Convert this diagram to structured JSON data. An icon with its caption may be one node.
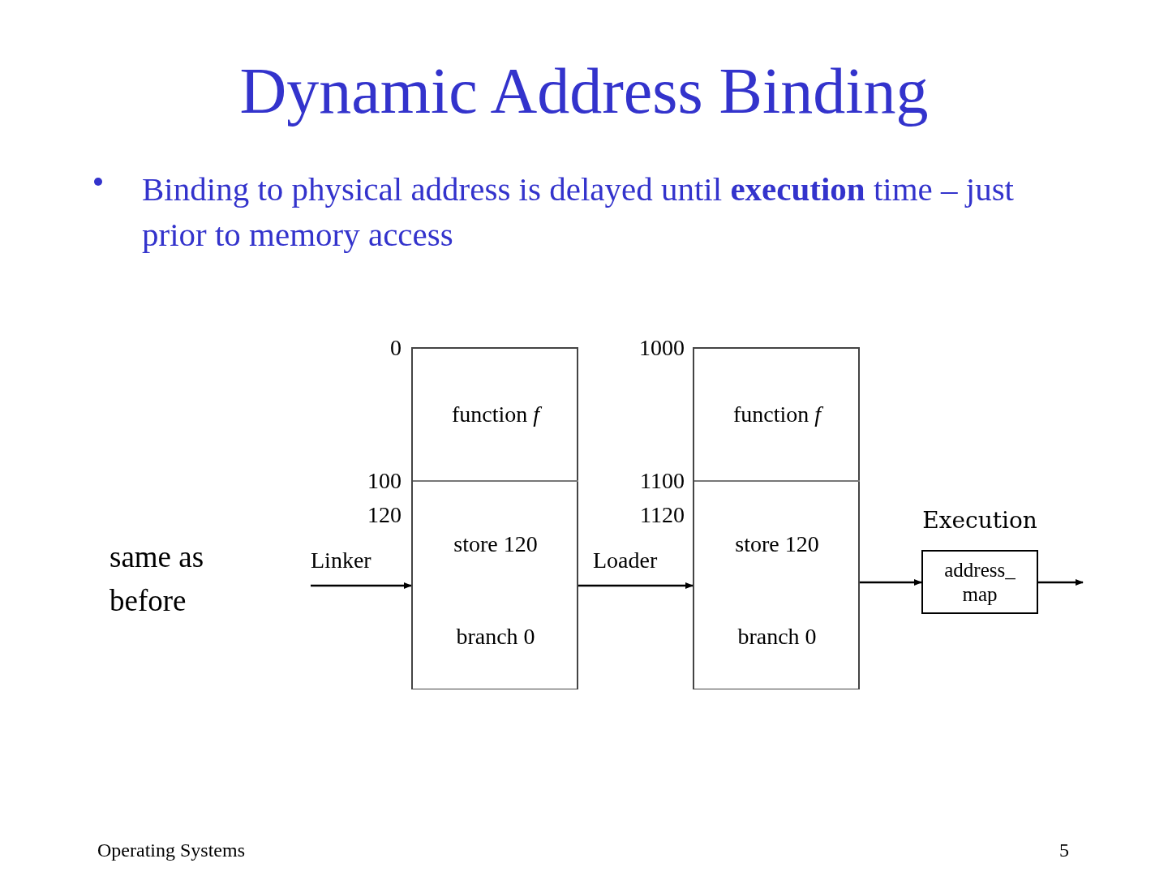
{
  "diagram": {
    "title": "Dynamic Address Binding",
    "nodes": [
      {
        "text": [],
        "shape": "box"
      },
      {
        "text": [
          "function *f*"
        ],
        "in": 0
      },
      {
        "text": [
          "store 120",
          "branch 0"
        ],
        "in": 0
      },
      {
        "text": [],
        "shape": "box"
      },
      {
        "text": [
          "function *f*"
        ],
        "in": 3
      },
      {
        "text": [
          "store 120",
          "branch 0"
        ],
        "in": 3
      },
      {
        "text": [
          "Execution",
          "address_ map"
        ]
      }
    ],
    "edges": [
      {
        "from": null,
        "to": 0,
        "arrow": "to",
        "label": "Linker"
      },
      {
        "from": 0,
        "to": 3,
        "arrow": "to",
        "label": "Loader"
      },
      {
        "from": 3,
        "to": 6,
        "arrow": "to"
      },
      {
        "from": 6,
        "to": null,
        "arrow": "to"
      }
    ],
    "labels": [
      "Binding to physical address is delayed until **execution** time – just prior to memory access",
      "0",
      "1000",
      "100",
      "1100",
      "120",
      "1120",
      "same as before",
      "Operating Systems",
      "5"
    ]
  }
}
